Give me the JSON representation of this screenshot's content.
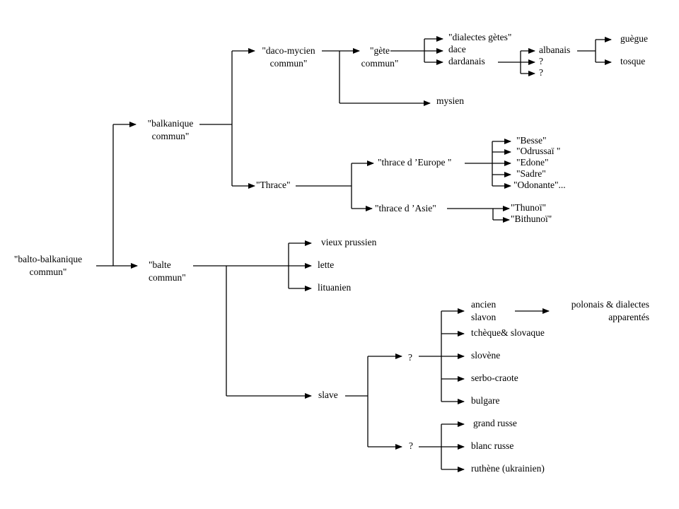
{
  "diagram": {
    "title": "Arbre des langues balto-balkaniques",
    "colors": {
      "line": "#000000",
      "text": "#000000",
      "background": "#ffffff"
    },
    "nodes": {
      "root": "\"balto-balkanique\ncommun\"",
      "balkanique": "\"balkanique\ncommun\"",
      "daco_mycien": "\"daco-mycien\ncommun\"",
      "gete": "\"gète\ncommun\"",
      "dialectes_getes": "\"dialectes gètes\"",
      "dace": "dace",
      "dardanais": "dardanais",
      "albanais": "albanais",
      "unknown_1": "?",
      "unknown_2": "?",
      "guegue": "guègue",
      "tosque": "tosque",
      "mysien": "mysien",
      "thrace": "\"Thrace\"",
      "thrace_europe": "\"thrace d ’Europe \"",
      "besse": "\"Besse\"",
      "odrussai": "\"Odrussaï \"",
      "edone": "\"Edone\"",
      "sadre": "\"Sadre\"",
      "odonante": "\"Odonante\"...",
      "thrace_asie": "\"thrace d ’Asie\"",
      "thunoi": "\"Thunoï\"",
      "bithunoi": "\"Bithunoï\"",
      "balte": "\"balte\ncommun\"",
      "vieux_prussien": "vieux prussien",
      "lette": "lette",
      "lituanien": "lituanien",
      "slave": "slave",
      "slave_west": "?",
      "ancien_slavon": "ancien\nslavon",
      "polonais": "polonais & dialectes\napparentés",
      "tcheque": "tchèque& slovaque",
      "slovene": "slovène",
      "serbo_croate": "serbo-craote",
      "bulgare": "bulgare",
      "slave_east": "?",
      "grand_russe": "grand russe",
      "blanc_russe": "blanc russe",
      "ruthene": "ruthène (ukrainien)"
    }
  }
}
